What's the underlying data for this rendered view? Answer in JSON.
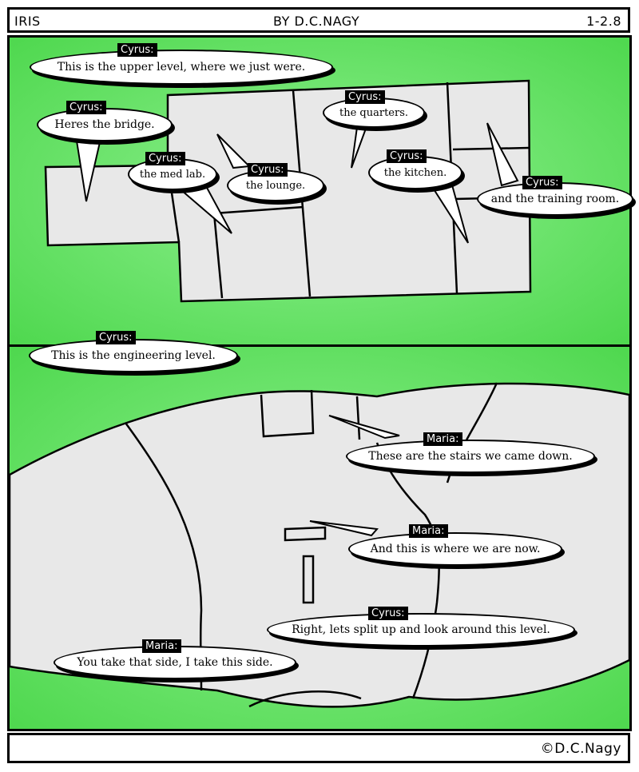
{
  "header": {
    "title": "IRIS",
    "byline": "BY D.C.NAGY",
    "page": "1-2.8"
  },
  "footer": {
    "credit": "©D.C.Nagy"
  },
  "colors": {
    "background": "#5ee05e",
    "ship": "#e8e8e8",
    "ink": "#000000"
  },
  "panel1": {
    "bubbles": [
      {
        "speaker": "Cyrus:",
        "text": "This is the upper level, where we just were."
      },
      {
        "speaker": "Cyrus:",
        "text": "Heres the bridge."
      },
      {
        "speaker": "Cyrus:",
        "text": "the med lab."
      },
      {
        "speaker": "Cyrus:",
        "text": "the lounge."
      },
      {
        "speaker": "Cyrus:",
        "text": "the quarters."
      },
      {
        "speaker": "Cyrus:",
        "text": "the kitchen."
      },
      {
        "speaker": "Cyrus:",
        "text": "and the training room."
      }
    ]
  },
  "panel2": {
    "bubbles": [
      {
        "speaker": "Cyrus:",
        "text": "This is the engineering level."
      },
      {
        "speaker": "Maria:",
        "text": "These are the stairs we came down."
      },
      {
        "speaker": "Maria:",
        "text": "And this is where we are now."
      },
      {
        "speaker": "Cyrus:",
        "text": "Right, lets split up and look around this level."
      },
      {
        "speaker": "Maria:",
        "text": "You take that side, I take this side."
      }
    ]
  }
}
